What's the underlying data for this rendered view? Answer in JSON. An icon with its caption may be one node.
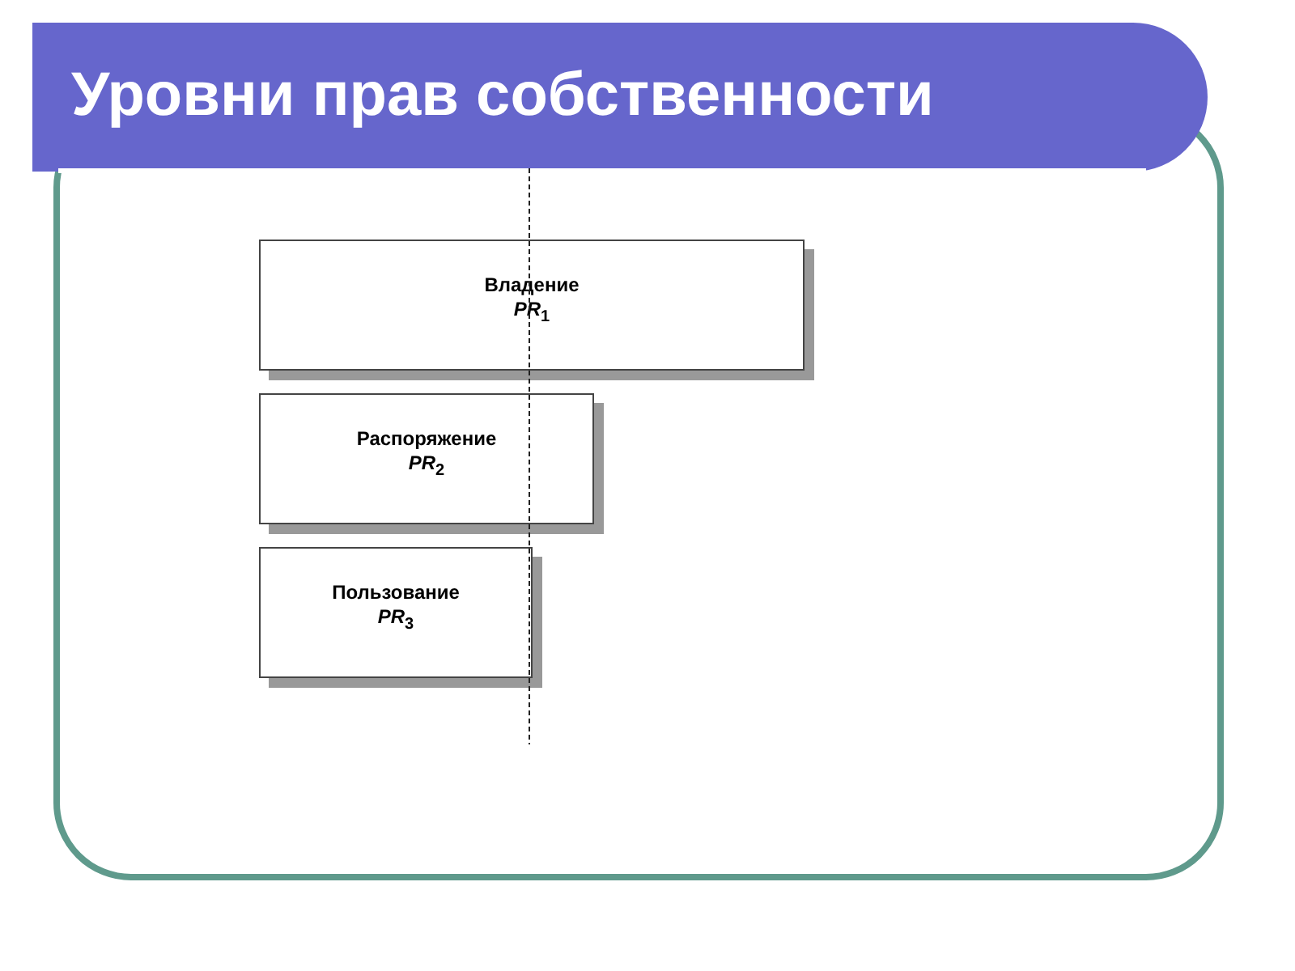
{
  "diagram": {
    "title": "Уровни прав собственности",
    "nodes": [
      {
        "text": [
          "Владение",
          "*PR*$_{1}$"
        ]
      },
      {
        "text": [
          "Распоряжение",
          "*PR*$_{2}$"
        ]
      },
      {
        "text": [
          "Пользование",
          "*PR*$_{3}$"
        ]
      }
    ]
  }
}
